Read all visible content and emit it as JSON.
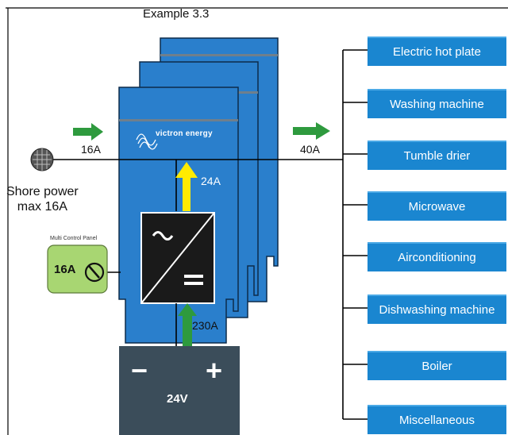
{
  "title": "Example 3.3",
  "shore": {
    "line1": "Shore power",
    "line2": "max 16A"
  },
  "flows": {
    "shore_in": "16A",
    "to_loads": "40A",
    "inverter": "24A",
    "battery": "230A"
  },
  "control_panel": {
    "caption": "Multi Control Panel",
    "value": "16A"
  },
  "brand": "victron energy",
  "battery": {
    "minus": "−",
    "plus": "+",
    "voltage": "24V"
  },
  "loads": [
    "Electric hot plate",
    "Washing machine",
    "Tumble drier",
    "Microwave",
    "Airconditioning",
    "Dishwashing machine",
    "Boiler",
    "Miscellaneous"
  ],
  "colors": {
    "unit_blue": "#2a7fcc",
    "load_blue": "#1a86d0",
    "arrow_green": "#2e9a3e",
    "arrow_yellow": "#ffeb00",
    "battery_grey": "#3b4d5a",
    "panel_green": "#a8d672"
  }
}
